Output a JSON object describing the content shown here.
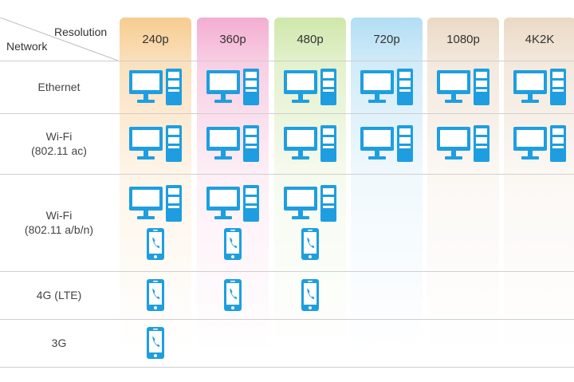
{
  "header": {
    "corner_top": "Resolution",
    "corner_bottom": "Network"
  },
  "columns": [
    {
      "label": "240p",
      "color": "#f7c98a"
    },
    {
      "label": "360p",
      "color": "#f3a9cf"
    },
    {
      "label": "480p",
      "color": "#cde6a6"
    },
    {
      "label": "720p",
      "color": "#aedcf4"
    },
    {
      "label": "1080p",
      "color": "#ead7c2"
    },
    {
      "label": "4K2K",
      "color": "#ead7c2"
    }
  ],
  "rows": [
    {
      "label": "Ethernet",
      "devices": [
        [
          "pc"
        ],
        [
          "pc"
        ],
        [
          "pc"
        ],
        [
          "pc"
        ],
        [
          "pc"
        ],
        [
          "pc"
        ]
      ]
    },
    {
      "label": "Wi-Fi\n(802.11 ac)",
      "devices": [
        [
          "pc"
        ],
        [
          "pc"
        ],
        [
          "pc"
        ],
        [
          "pc"
        ],
        [
          "pc"
        ],
        [
          "pc"
        ]
      ]
    },
    {
      "label": "Wi-Fi\n(802.11 a/b/n)",
      "devices": [
        [
          "pc",
          "phone"
        ],
        [
          "pc",
          "phone"
        ],
        [
          "pc",
          "phone"
        ],
        [],
        [],
        []
      ]
    },
    {
      "label": "4G (LTE)",
      "devices": [
        [
          "phone"
        ],
        [
          "phone"
        ],
        [
          "phone"
        ],
        [],
        [],
        []
      ]
    },
    {
      "label": "3G",
      "devices": [
        [
          "phone"
        ],
        [],
        [],
        [],
        [],
        []
      ]
    }
  ],
  "icon_color": "#1e9ee0"
}
